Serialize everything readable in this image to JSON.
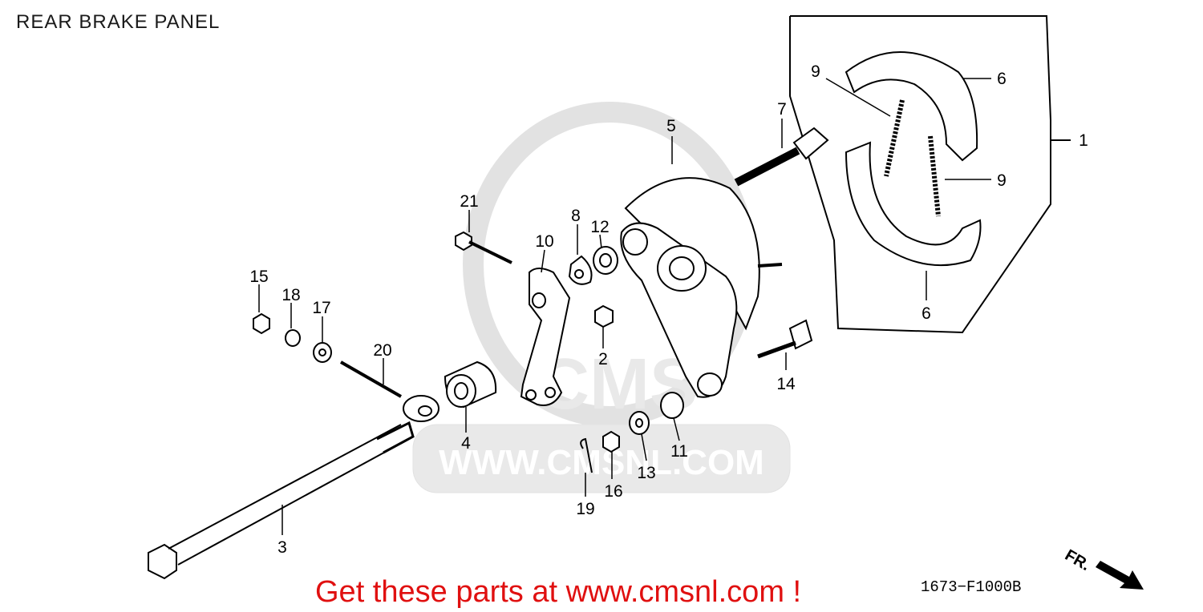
{
  "title": "REAR BRAKE PANEL",
  "callouts": [
    "1",
    "2",
    "3",
    "4",
    "5",
    "6",
    "6",
    "7",
    "8",
    "9",
    "9",
    "10",
    "11",
    "12",
    "13",
    "14",
    "15",
    "16",
    "17",
    "18",
    "19",
    "20",
    "21"
  ],
  "watermark": {
    "site": "WWW.CMSNL.COM",
    "logo": "CMS"
  },
  "promo_text": "Get these parts at www.cmsnl.com !",
  "diagram_code": "1673−F1000B",
  "direction_label": "FR.",
  "colors": {
    "promo": "#e01010",
    "line": "#000000",
    "watermark": "#e6e6e6"
  }
}
